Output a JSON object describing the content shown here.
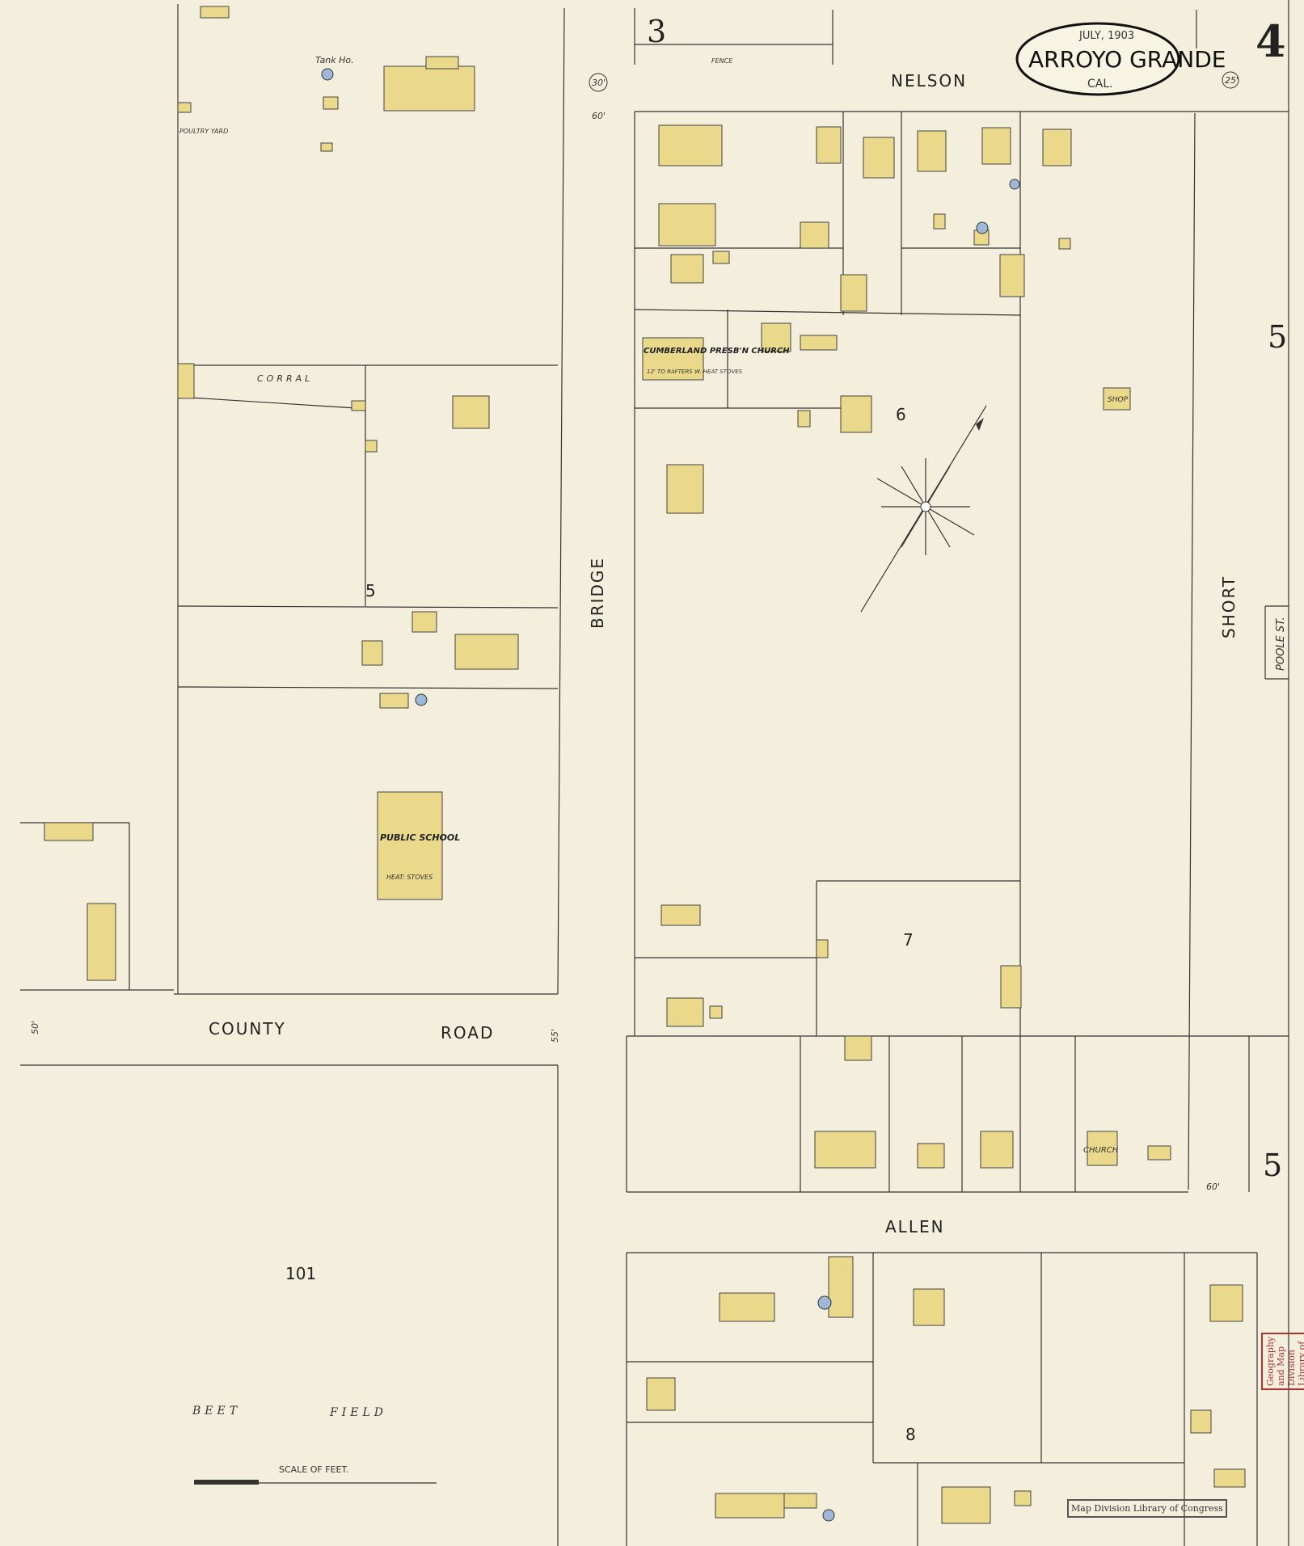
{
  "title": {
    "date": "JULY, 1903",
    "town": "ARROYO GRANDE",
    "state": "CAL."
  },
  "sheet_number": "4",
  "adjacent_sheets": {
    "top_left": "3",
    "right_upper": "5",
    "right_lower": "5"
  },
  "streets": {
    "nelson": "NELSON",
    "bridge": "BRIDGE",
    "short": "SHORT",
    "allen": "ALLEN",
    "county": "COUNTY",
    "road": "ROAD",
    "poole": "POOLE ST."
  },
  "blocks": {
    "b5": "5",
    "b6": "6",
    "b7": "7",
    "b8": "8",
    "b101": "101"
  },
  "labels": {
    "tank_house": "Tank Ho.",
    "corral": "CORRAL",
    "poultry_yard": "POULTRY YARD",
    "church_name": "CUMBERLAND PRESB'N CHURCH",
    "church_note": "12' TO RAFTERS W. HEAT STOVES",
    "school_name": "PUBLIC SCHOOL",
    "school_note": "HEAT: STOVES",
    "church": "CHURCH",
    "shop": "SHOP",
    "fence": "FENCE",
    "beet": "BEET",
    "field": "FIELD",
    "scale": "SCALE OF FEET.",
    "stamp": "Map Division Library of Congress",
    "lc_stamp": "Geography and Map Division Library of Congress"
  },
  "widths": {
    "w60a": "60'",
    "w60b": "60'",
    "w50": "50'",
    "w55": "55'",
    "w30": "30'",
    "w25": "25'"
  }
}
